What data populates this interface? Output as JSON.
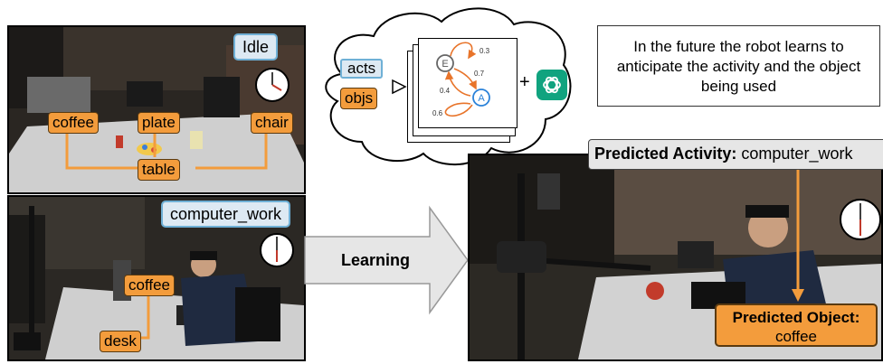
{
  "panels": {
    "idle": {
      "state_label": "Idle",
      "objects": [
        "coffee",
        "plate",
        "chair",
        "table"
      ]
    },
    "work": {
      "state_label": "computer_work",
      "objects": [
        "coffee",
        "desk"
      ]
    }
  },
  "arrow_label": "Learning",
  "thought": {
    "inputs": [
      "acts",
      "objs"
    ],
    "graph": {
      "nodes": [
        "E",
        "A"
      ],
      "edge_weights": [
        "0.3",
        "0.7",
        "0.4",
        "0.6"
      ]
    },
    "plus": "+",
    "llm_icon": "openai-logo-icon"
  },
  "future_text": "In the future the robot learns to anticipate the activity and the object being used",
  "prediction": {
    "activity_prefix": "Predicted Activity:",
    "activity_value": "computer_work",
    "object_prefix": "Predicted Object:",
    "object_value": "coffee"
  },
  "colors": {
    "orange": "#f39c3c",
    "blue_label_bg": "#dde9f3",
    "blue_label_border": "#6fb0d6",
    "graph_edge": "#e8742a",
    "node_A": "#2b82d9"
  }
}
